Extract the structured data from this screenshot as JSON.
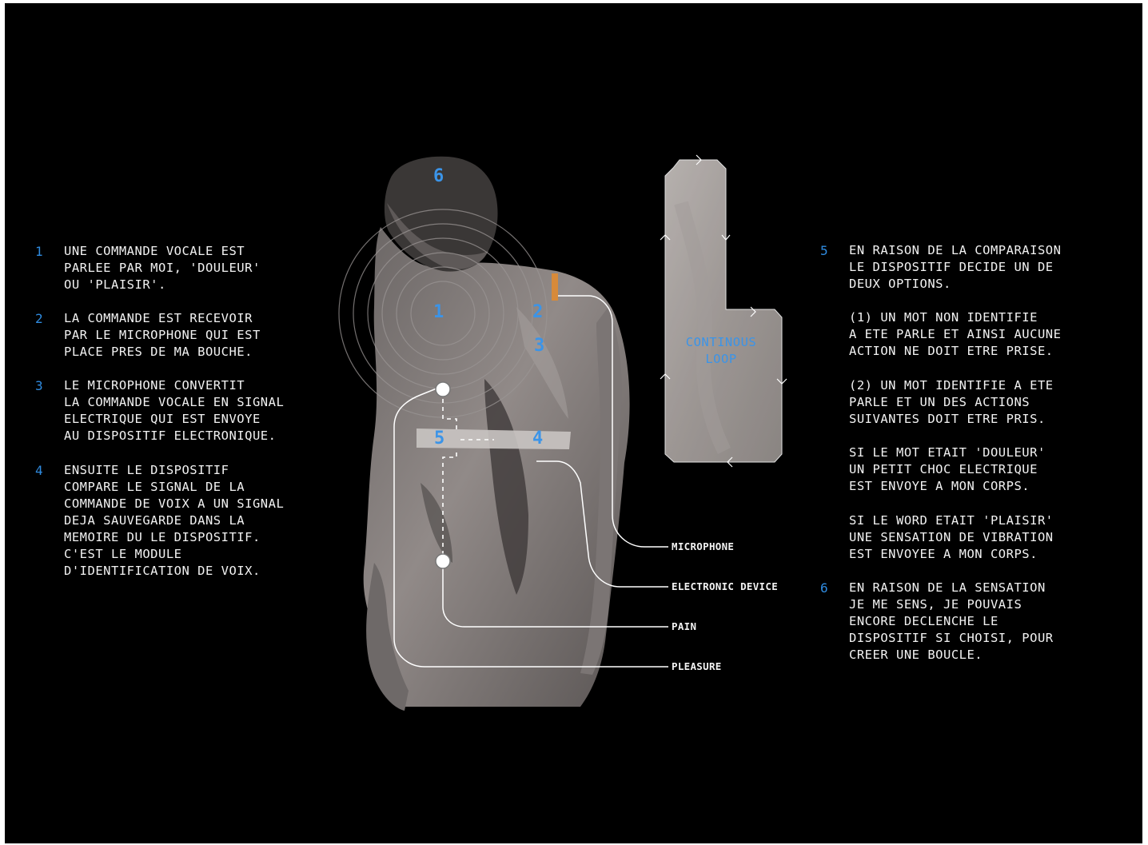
{
  "left_steps": [
    {
      "num": "1",
      "text": "UNE COMMANDE VOCALE EST\nPARLEE PAR MOI, 'DOULEUR'\nOU 'PLAISIR'."
    },
    {
      "num": "2",
      "text": "LA COMMANDE EST RECEVOIR\nPAR LE MICROPHONE QUI EST\nPLACE PRES DE MA BOUCHE."
    },
    {
      "num": "3",
      "text": "LE MICROPHONE CONVERTIT\nLA COMMANDE VOCALE EN SIGNAL\nELECTRIQUE QUI EST ENVOYE\nAU DISPOSITIF ELECTRONIQUE."
    },
    {
      "num": "4",
      "text": "ENSUITE LE DISPOSITIF\nCOMPARE LE SIGNAL DE LA\nCOMMANDE DE VOIX A UN SIGNAL\nDEJA SAUVEGARDE DANS LA\nMEMOIRE DU LE DISPOSITIF.\nC'EST LE MODULE\nD'IDENTIFICATION DE VOIX."
    }
  ],
  "right_steps": [
    {
      "num": "5",
      "paragraphs": [
        "EN RAISON DE LA COMPARAISON\nLE DISPOSITIF DECIDE UN DE\nDEUX OPTIONS.",
        "(1) UN MOT NON IDENTIFIE\nA ETE PARLE ET AINSI AUCUNE\nACTION NE DOIT ETRE PRISE.",
        "(2) UN MOT IDENTIFIE A ETE\nPARLE ET UN DES ACTIONS\nSUIVANTES DOIT ETRE PRIS.",
        "SI LE MOT ETAIT 'DOULEUR'\nUN PETIT CHOC ELECTRIQUE\nEST ENVOYE A MON CORPS.",
        "SI LE WORD ETAIT 'PLAISIR'\nUNE SENSATION DE VIBRATION\nEST ENVOYEE A MON CORPS."
      ]
    },
    {
      "num": "6",
      "paragraphs": [
        "EN RAISON DE LA SENSATION\nJE ME SENS, JE POUVAIS\nENCORE DECLENCHE LE\nDISPOSITIF SI CHOISI, POUR\nCREER UNE BOUCLE."
      ]
    }
  ],
  "loop_label": "CONTINOUS\nLOOP",
  "body_numbers": [
    "6",
    "1",
    "2",
    "3",
    "5",
    "4"
  ],
  "callouts": {
    "microphone": "MICROPHONE",
    "electronic_device": "ELECTRONIC DEVICE",
    "pain": "PAIN",
    "pleasure": "PLEASURE"
  },
  "colors": {
    "background": "#000000",
    "text": "#f2f2f2",
    "accent_blue": "#2f8be0",
    "figure": "#8a8584",
    "loop_panel": "#b9b3b0"
  }
}
